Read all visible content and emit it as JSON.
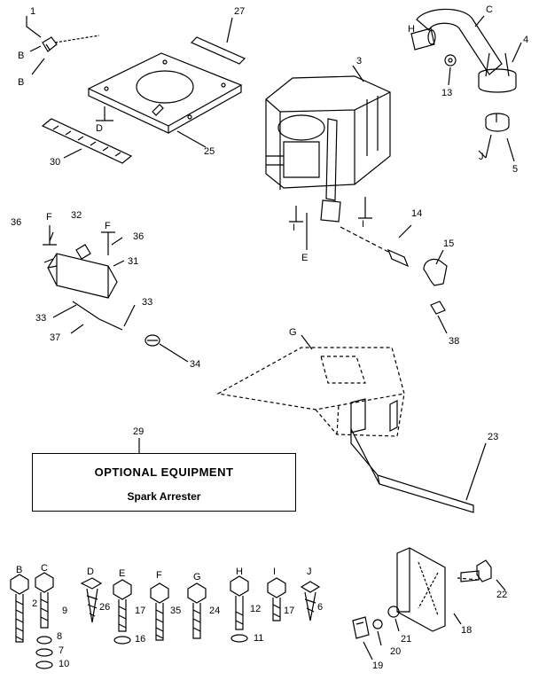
{
  "callouts": {
    "c1": "1",
    "c2": "2",
    "c3": "3",
    "c4": "4",
    "c5": "5",
    "c6": "6",
    "c7": "7",
    "c8": "8",
    "c9": "9",
    "c10": "10",
    "c11": "11",
    "c12": "12",
    "c13": "13",
    "c14": "14",
    "c15": "15",
    "c16": "16",
    "c17a": "17",
    "c17b": "17",
    "c18": "18",
    "c19": "19",
    "c20": "20",
    "c21": "21",
    "c22": "22",
    "c23": "23",
    "c24": "24",
    "c25": "25",
    "c26": "26",
    "c27": "27",
    "c29": "29",
    "c30": "30",
    "c31": "31",
    "c32": "32",
    "c33a": "33",
    "c33b": "33",
    "c34": "34",
    "c35": "35",
    "c36a": "36",
    "c36b": "36",
    "c37": "37",
    "c38": "38"
  },
  "letters": {
    "B1": "B",
    "B2": "B",
    "C_top": "C",
    "D_top": "D",
    "E_top": "E",
    "F1": "F",
    "F2": "F",
    "G_top": "G",
    "H_top": "H",
    "I1": "I",
    "I2": "I",
    "J_top": "J",
    "B_row": "B",
    "C_row": "C",
    "D_row": "D",
    "E_row": "E",
    "F_row": "F",
    "G_row": "G",
    "H_row": "H",
    "I_row": "I",
    "J_row": "J"
  },
  "optional_box": {
    "title": "OPTIONAL EQUIPMENT",
    "subtitle": "Spark Arrester"
  }
}
